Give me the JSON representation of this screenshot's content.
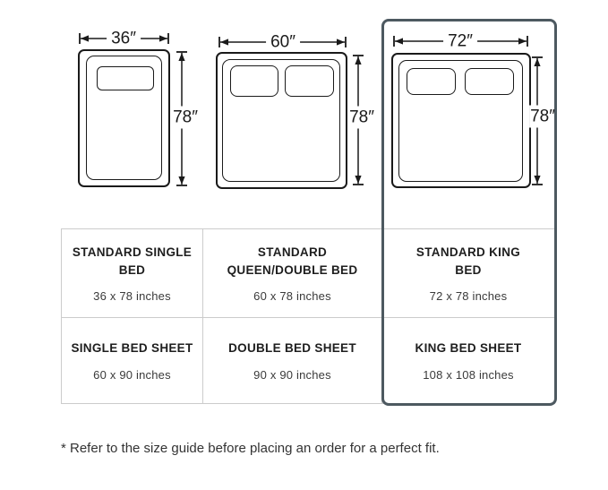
{
  "beds": [
    {
      "id": "single",
      "width_label": "36″",
      "height_label": "78″"
    },
    {
      "id": "queen-double",
      "width_label": "60″",
      "height_label": "78″"
    },
    {
      "id": "king",
      "width_label": "72″",
      "height_label": "78″"
    }
  ],
  "table": {
    "rows": [
      {
        "cells": [
          {
            "title_lines": [
              "STANDARD SINGLE",
              "BED"
            ],
            "size": "36 x 78 inches"
          },
          {
            "title_lines": [
              "STANDARD",
              "QUEEN/DOUBLE BED"
            ],
            "size": "60 x 78 inches"
          },
          {
            "title_lines": [
              "STANDARD KING",
              "BED"
            ],
            "size": "72 x 78 inches"
          }
        ]
      },
      {
        "cells": [
          {
            "title_lines": [
              "SINGLE BED SHEET"
            ],
            "size": "60 x 90 inches"
          },
          {
            "title_lines": [
              "DOUBLE BED SHEET"
            ],
            "size": "90 x 90 inches"
          },
          {
            "title_lines": [
              "KING BED SHEET"
            ],
            "size": "108 x 108 inches"
          }
        ]
      }
    ]
  },
  "footnote": "* Refer to the size guide before placing an order for a perfect fit.",
  "colors": {
    "highlight_border": "#4d5960",
    "table_border": "#cccccc",
    "line_color": "#1a1a1a"
  }
}
